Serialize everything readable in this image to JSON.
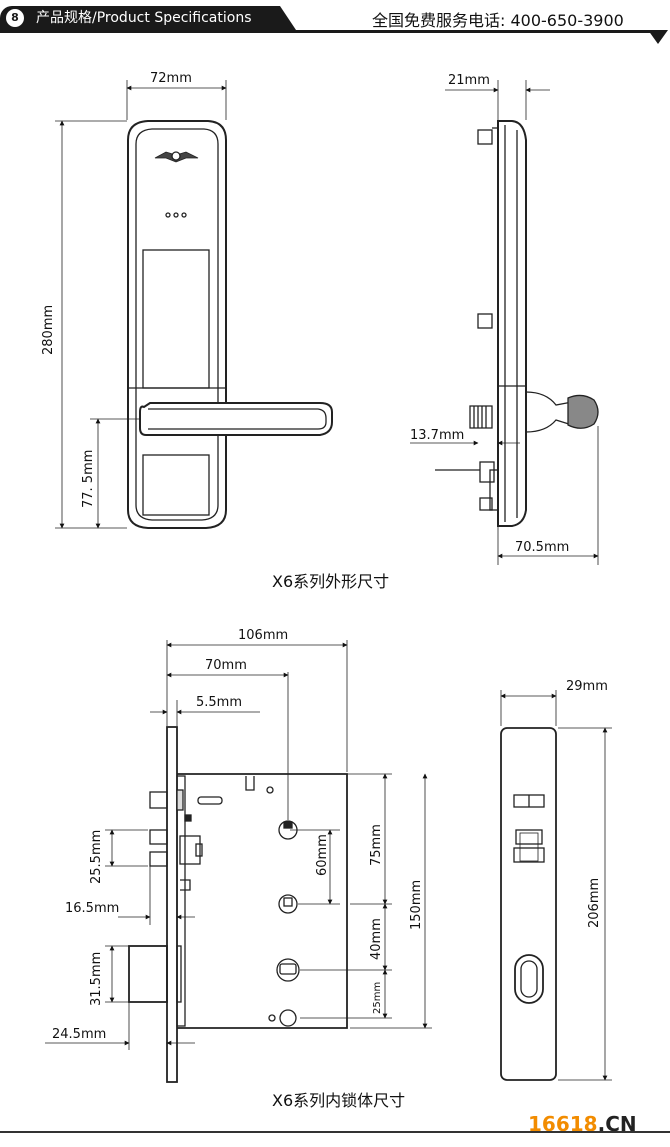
{
  "header": {
    "badge": "8",
    "title": "产品规格/Product Specifications",
    "hotline": "全国免费服务电话: 400-650-3900"
  },
  "exterior": {
    "caption": "X6系列外形尺寸",
    "dims": {
      "width": "72mm",
      "height": "280mm",
      "handle_height": "77. 5mm",
      "thickness": "21mm",
      "offset": "13.7mm",
      "handle_depth": "70.5mm"
    }
  },
  "lockbody": {
    "caption": "X6系列内锁体尺寸",
    "dims": {
      "total_width": "106mm",
      "backset": "70mm",
      "faceplate_offset": "5.5mm",
      "latch_spacing": "25.5mm",
      "latch_offset": "16.5mm",
      "deadbolt_height": "31.5mm",
      "deadbolt_projection": "24.5mm",
      "spindle_distance": "60mm",
      "cylinder_distance": "75mm",
      "case_height": "150mm",
      "cylinder_to_lower": "40mm",
      "lower_spacing": "25mm",
      "plate_width": "29mm",
      "plate_height": "206mm"
    }
  },
  "footer": {
    "logo_num": "16618",
    "logo_dom": ".CN"
  }
}
